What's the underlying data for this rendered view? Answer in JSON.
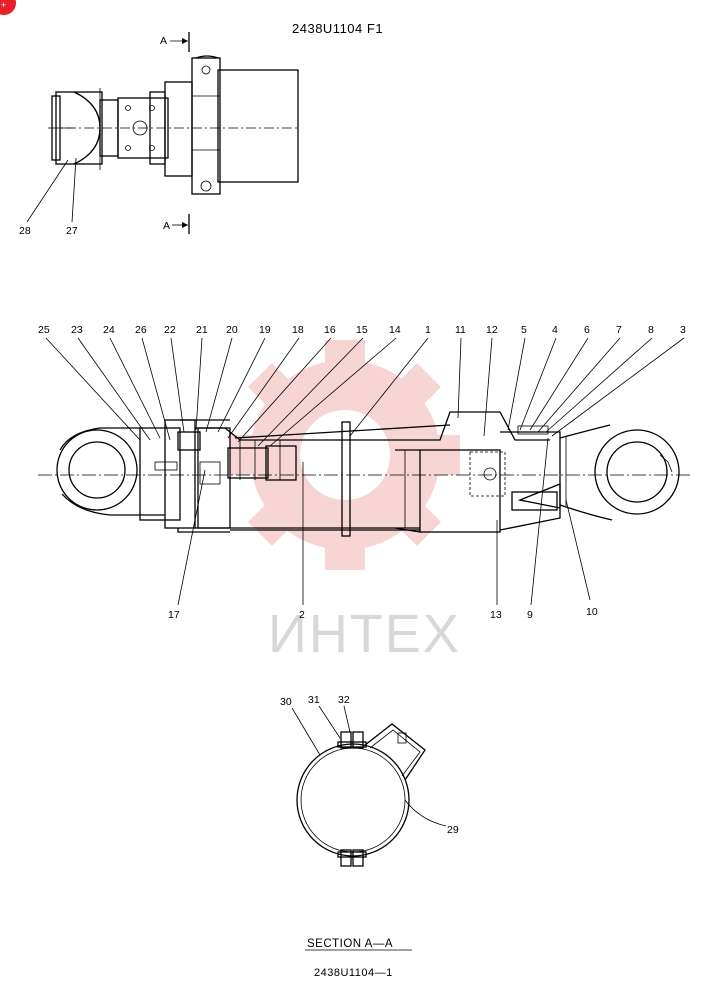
{
  "drawing": {
    "top_code": "2438U1104 F1",
    "section_ref_top": "A",
    "section_ref_bottom": "A",
    "section_title": "SECTION A—A",
    "bottom_code": "2438U1104—1",
    "watermark": "ИНТЕХ",
    "corner_badge_color": "#e8202a",
    "watermark_color": "#f3b3b3"
  },
  "callouts": {
    "top_view": [
      "28",
      "27"
    ],
    "main_top": [
      "25",
      "23",
      "24",
      "26",
      "22",
      "21",
      "20",
      "19",
      "18",
      "16",
      "15",
      "14",
      "1",
      "11",
      "12",
      "5",
      "4",
      "6",
      "7",
      "8",
      "3"
    ],
    "main_bottom": [
      "17",
      "2",
      "13",
      "9",
      "10"
    ],
    "section": [
      "30",
      "31",
      "32",
      "29"
    ]
  }
}
